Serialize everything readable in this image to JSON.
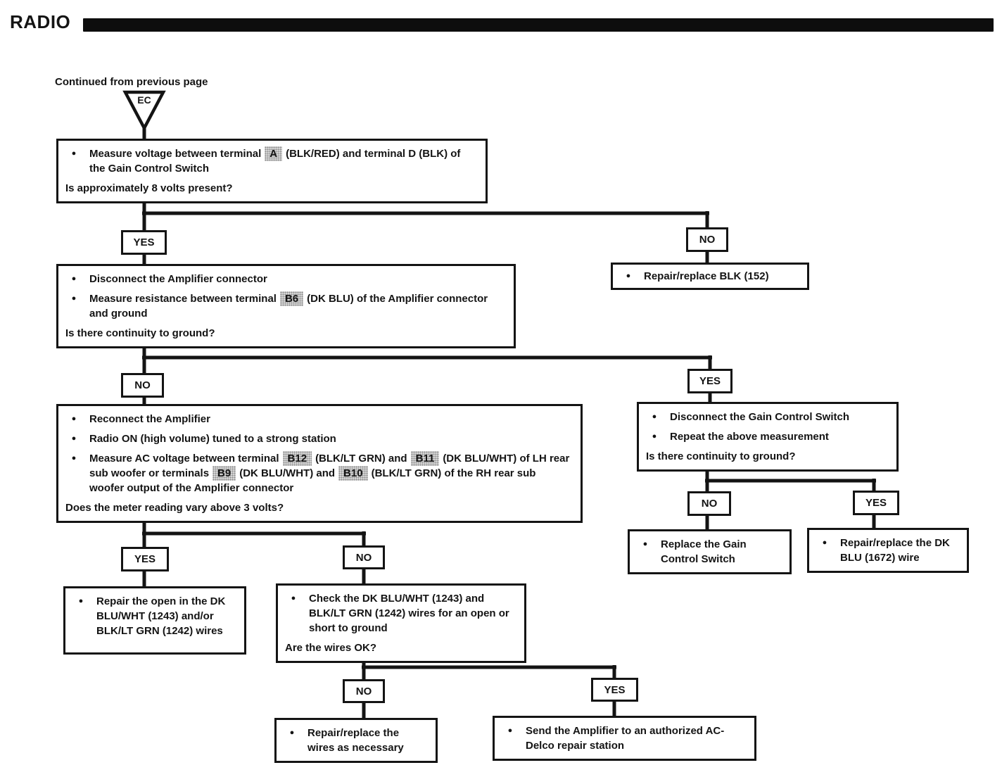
{
  "header": {
    "title": "RADIO"
  },
  "intro": {
    "continued_label": "Continued from previous page",
    "connector_label": "EC"
  },
  "labels": {
    "yes": "YES",
    "no": "NO"
  },
  "glyphs": {
    "bullet": "●"
  },
  "colors": {
    "ink": "#141414",
    "paper": "#ffffff",
    "terminal_shade": "#d6d6d6"
  },
  "boxes": {
    "b1": {
      "bullets": [
        {
          "parts": [
            {
              "text": "Measure voltage between terminal"
            },
            {
              "chip": "A"
            },
            {
              "text": "(BLK/RED) and terminal D (BLK) of the Gain Control Switch"
            }
          ]
        }
      ],
      "question": "Is approximately 8 volts present?"
    },
    "repair_blk": {
      "text": "Repair/replace BLK (152)"
    },
    "b2": {
      "bullets": [
        {
          "parts": [
            {
              "text": "Disconnect the Amplifier connector"
            }
          ]
        },
        {
          "parts": [
            {
              "text": "Measure resistance between terminal"
            },
            {
              "chip": "B6"
            },
            {
              "text": "(DK BLU) of the Amplifier connector and ground"
            }
          ]
        }
      ],
      "question": "Is there continuity to ground?"
    },
    "b3": {
      "bullets": [
        {
          "parts": [
            {
              "text": "Reconnect the Amplifier"
            }
          ]
        },
        {
          "parts": [
            {
              "text": "Radio ON (high volume) tuned to a strong station"
            }
          ]
        },
        {
          "parts": [
            {
              "text": "Measure AC voltage between terminal"
            },
            {
              "chip": "B12"
            },
            {
              "text": "(BLK/LT GRN) and"
            },
            {
              "chip": "B11"
            },
            {
              "text": "(DK BLU/WHT) of LH rear sub woofer or terminals"
            },
            {
              "chip": "B9"
            },
            {
              "text": "(DK BLU/WHT) and"
            },
            {
              "chip": "B10"
            },
            {
              "text": "(BLK/LT GRN) of the RH rear sub woofer output of the Amplifier connector"
            }
          ]
        }
      ],
      "question": "Does the meter reading vary above 3 volts?"
    },
    "gain_recheck": {
      "bullets": [
        {
          "parts": [
            {
              "text": "Disconnect the Gain Control Switch"
            }
          ]
        },
        {
          "parts": [
            {
              "text": "Repeat the above measurement"
            }
          ]
        }
      ],
      "question": "Is there continuity to ground?"
    },
    "replace_gain_switch": {
      "text": "Replace the Gain Control Switch"
    },
    "repair_dk_blu": {
      "text": "Repair/replace the DK BLU (1672) wire"
    },
    "repair_open_wires": {
      "text": "Repair the open in the DK BLU/WHT (1243) and/or BLK/LT GRN (1242) wires"
    },
    "check_wires": {
      "bullets": [
        {
          "parts": [
            {
              "text": "Check the DK BLU/WHT (1243) and BLK/LT GRN (1242) wires for an open or short to ground"
            }
          ]
        }
      ],
      "question": "Are the wires OK?"
    },
    "repair_wires": {
      "text": "Repair/replace the wires as necessary"
    },
    "send_amplifier": {
      "text": "Send the Amplifier to an authorized AC-Delco repair station"
    }
  }
}
